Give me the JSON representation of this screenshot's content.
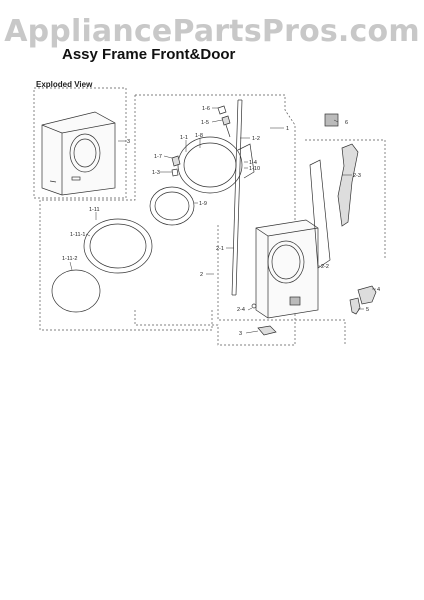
{
  "watermark": "AppliancePartsPros.com",
  "title": "Assy Frame Front&Door",
  "view_label": "Exploded View",
  "callouts": {
    "c3": "3",
    "c6": "6",
    "c1_6": "1-6",
    "c1_5": "1-5",
    "c1_2": "1-2",
    "c1": "1",
    "c1_1": "1-1",
    "c1_8": "1-8",
    "c1_7": "1-7",
    "c1_4": "1-4",
    "c1_10": "1-10",
    "c1_3": "1-3",
    "c1_9": "1-9",
    "c1_11": "1-11",
    "c1_11_1": "1-11-1",
    "c1_11_2": "1-11-2",
    "c2_3": "2-3",
    "c2_1": "2-1",
    "c2_2": "2-2",
    "c2": "2",
    "c4": "4",
    "c5": "5",
    "c2_4": "2-4",
    "c3b": "3"
  }
}
